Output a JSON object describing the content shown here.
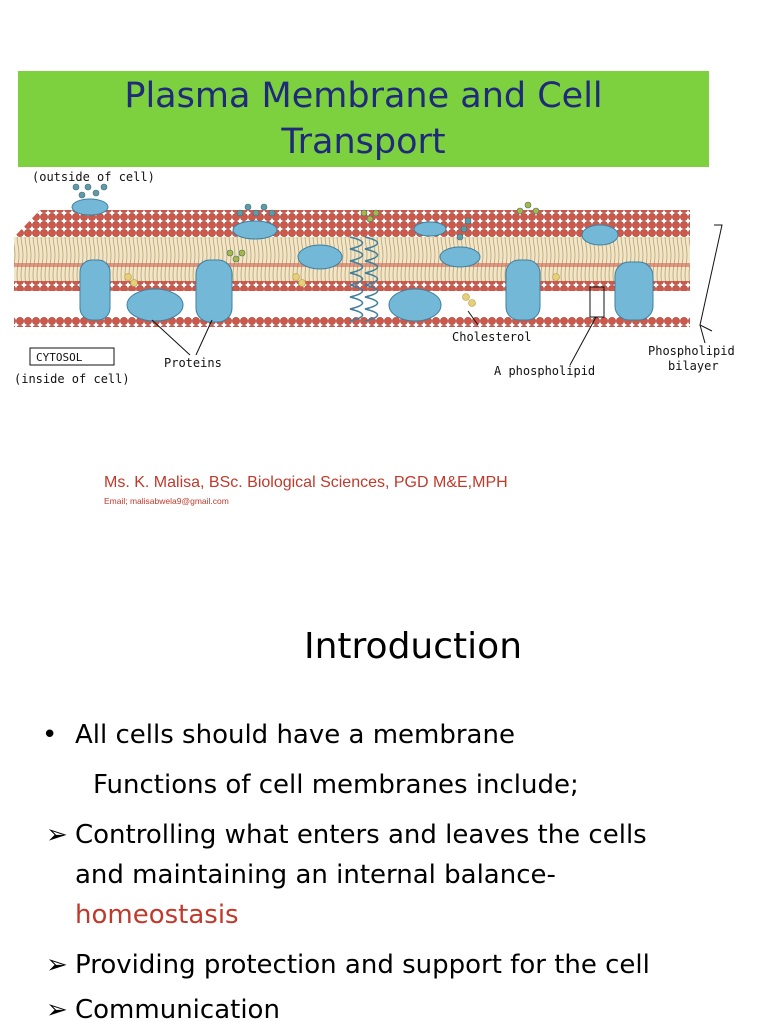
{
  "title": {
    "line1": "Plasma Membrane and Cell",
    "line2": "Transport"
  },
  "diagram": {
    "label_outside": "(outside of cell)",
    "label_cytosol": "CYTOSOL",
    "label_inside": "(inside of cell)",
    "label_proteins": "Proteins",
    "label_cholesterol": "Cholesterol",
    "label_phospholipid": "A phospholipid",
    "label_bilayer_1": "Phospholipid",
    "label_bilayer_2": "bilayer",
    "colors": {
      "head": "#d0584a",
      "protein": "#74b8d8",
      "sugar": "#5f9aa8",
      "cholesterol": "#e6cf7a"
    }
  },
  "author": {
    "name": "Ms. K. Malisa, BSc. Biological Sciences, PGD M&E,MPH",
    "email": "Email; malisabwela9@gmail.com"
  },
  "intro": {
    "heading": "Introduction",
    "bullet1": "All cells should have a membrane",
    "sub1": "Functions of cell membranes include;",
    "item1_line1": "Controlling what enters and leaves the cells",
    "item1_line2": "and maintaining an internal balance-",
    "item1_line3": "homeostasis",
    "item2": "Providing protection and support for the cell",
    "item3": "Communication"
  },
  "colors": {
    "title_band": "#7dd13e",
    "title_text": "#1f2a7a",
    "accent_red": "#c0392b"
  }
}
